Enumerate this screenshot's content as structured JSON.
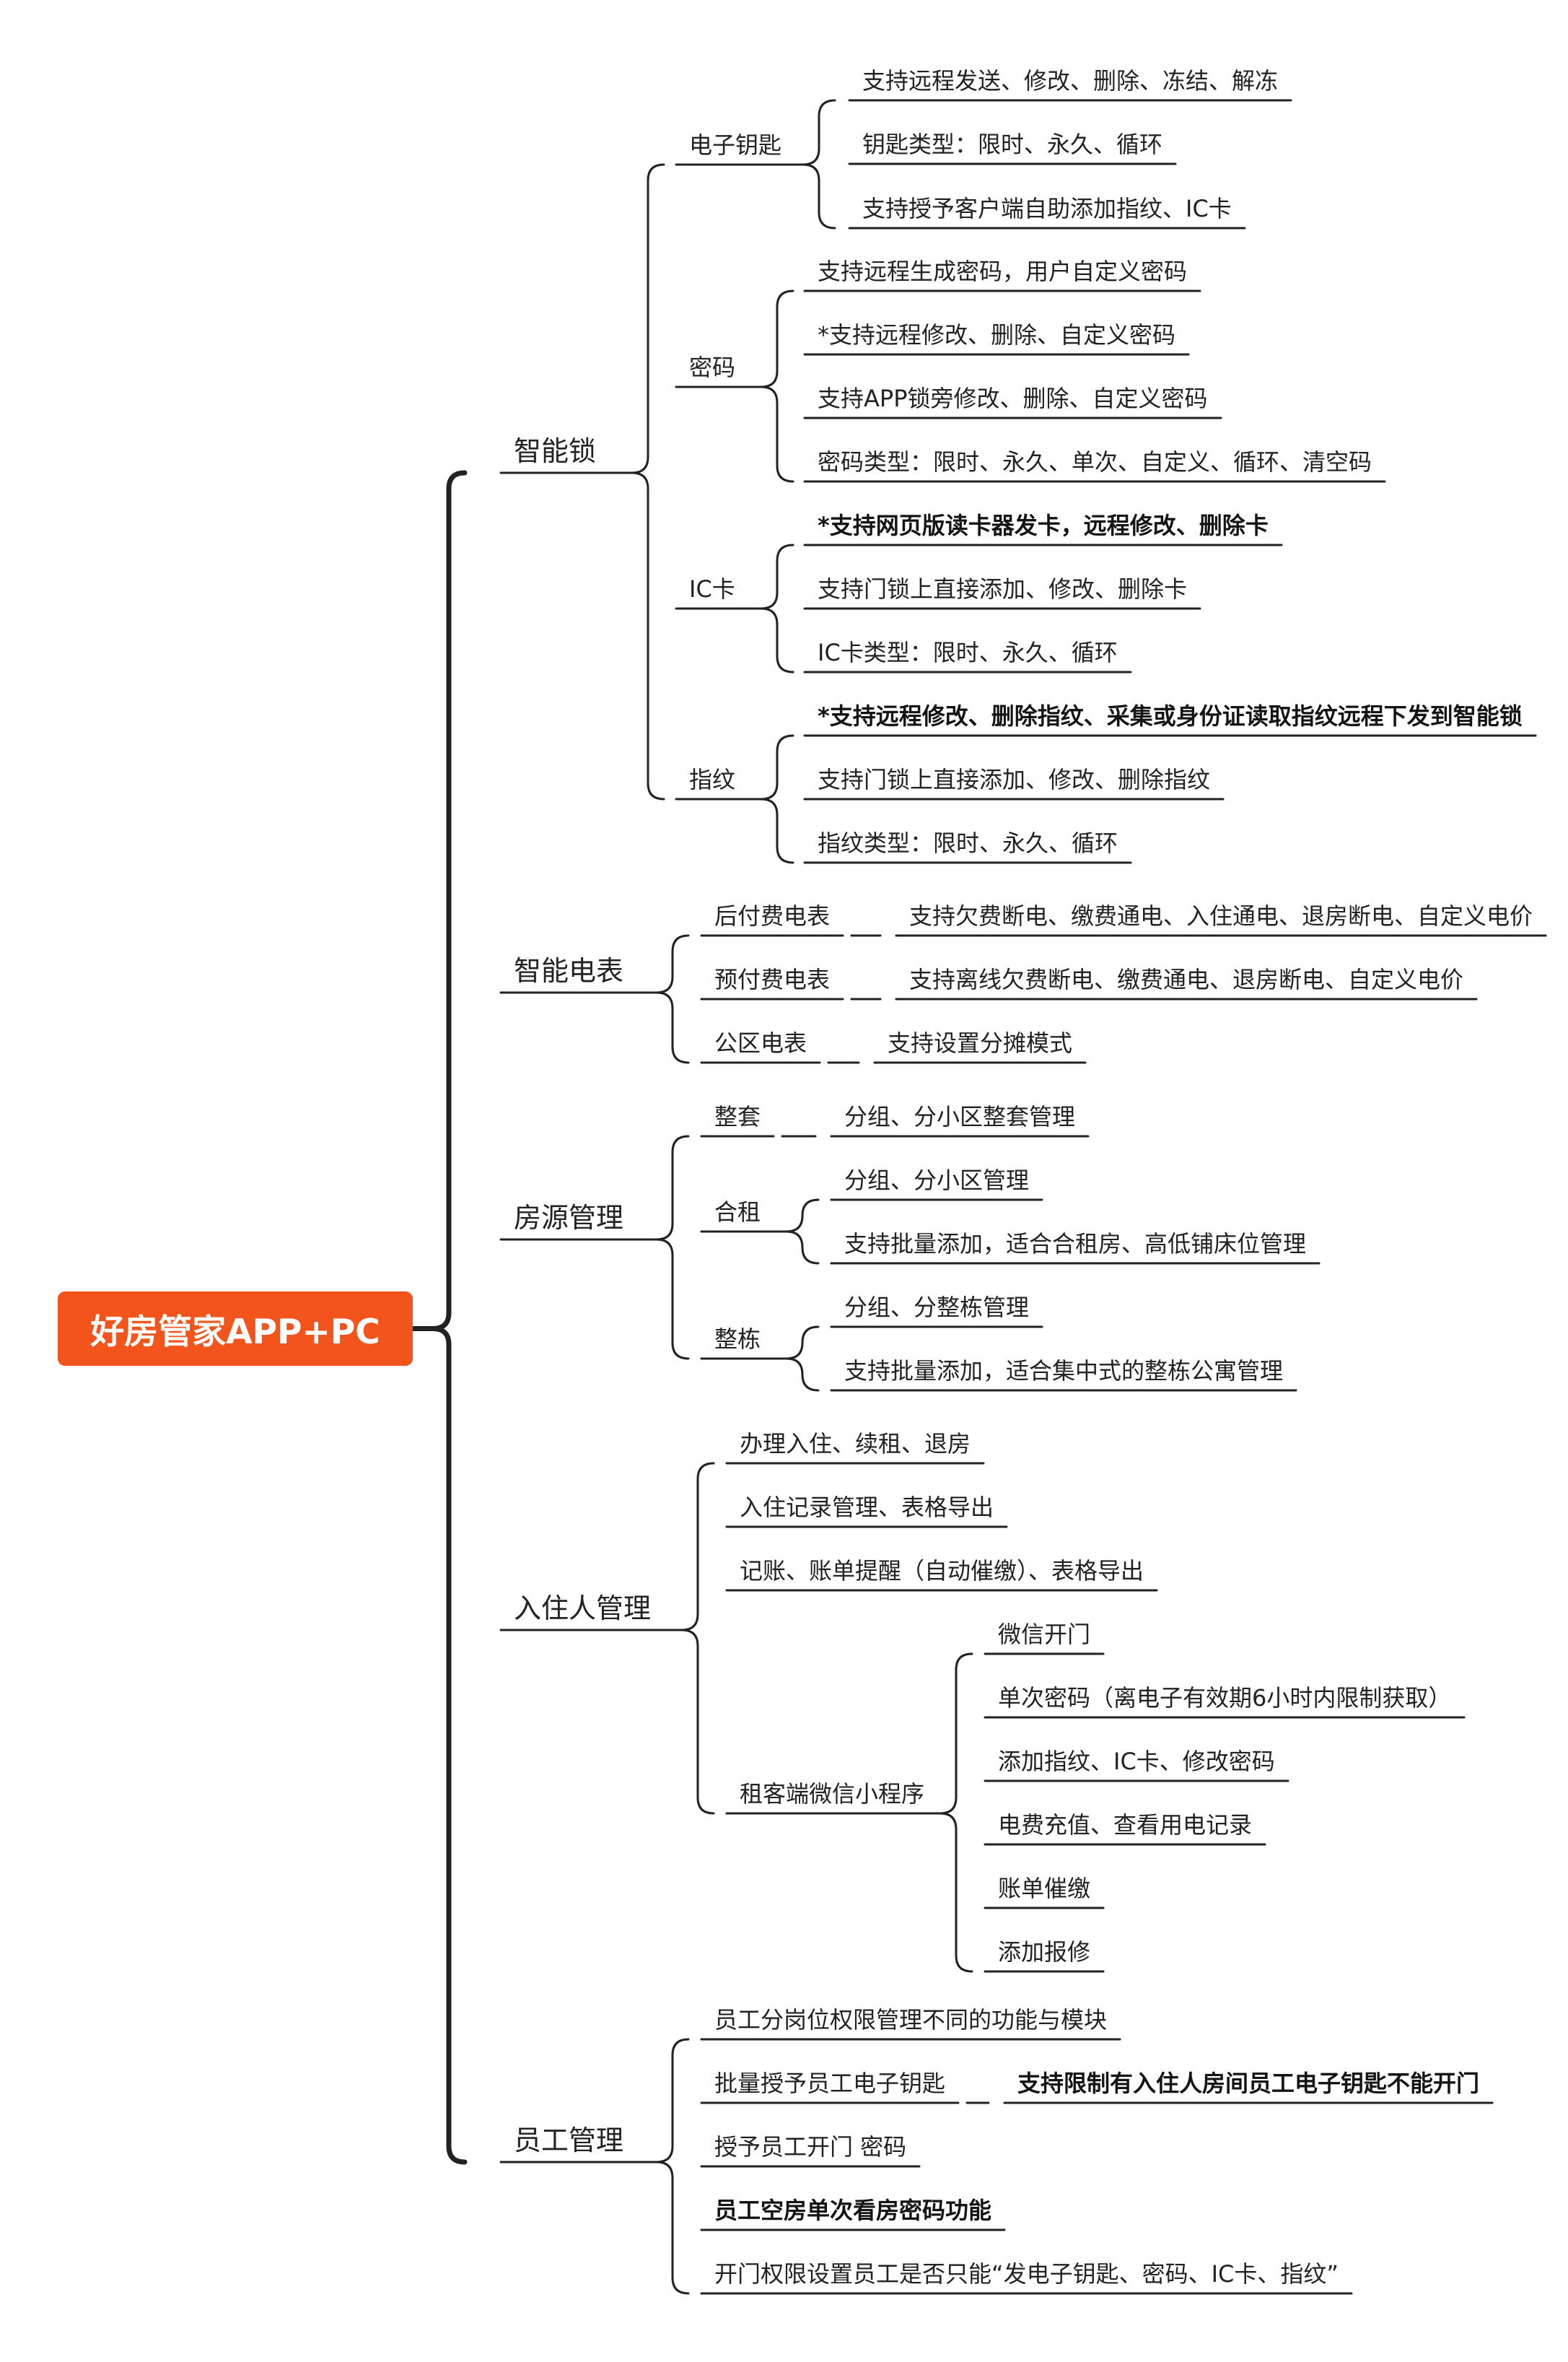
{
  "root": "好房管家APP+PC",
  "l1": {
    "smart_lock": "智能锁",
    "smart_meter": "智能电表",
    "property": "房源管理",
    "tenant": "入住人管理",
    "staff": "员工管理"
  },
  "lock": {
    "ekey": {
      "label": "电子钥匙",
      "items": [
        "支持远程发送、修改、删除、冻结、解冻",
        "钥匙类型：限时、永久、循环",
        "支持授予客户端自助添加指纹、IC卡"
      ]
    },
    "password": {
      "label": "密码",
      "items": [
        "支持远程生成密码，用户自定义密码",
        "*支持远程修改、删除、自定义密码",
        "支持APP锁旁修改、删除、自定义密码",
        "密码类型：限时、永久、单次、自定义、循环、清空码"
      ]
    },
    "iccard": {
      "label": "IC卡",
      "items": [
        "*支持网页版读卡器发卡，远程修改、删除卡",
        "支持门锁上直接添加、修改、删除卡",
        "IC卡类型：限时、永久、循环"
      ]
    },
    "fingerprint": {
      "label": "指纹",
      "items": [
        "*支持远程修改、删除指纹、采集或身份证读取指纹远程下发到智能锁",
        "支持门锁上直接添加、修改、删除指纹",
        "指纹类型：限时、永久、循环"
      ]
    }
  },
  "meter": {
    "postpaid": {
      "label": "后付费电表",
      "detail": "支持欠费断电、缴费通电、入住通电、退房断电、自定义电价"
    },
    "prepaid": {
      "label": "预付费电表",
      "detail": "支持离线欠费断电、缴费通电、退房断电、自定义电价"
    },
    "public": {
      "label": "公区电表",
      "detail": "支持设置分摊模式"
    }
  },
  "property": {
    "whole": {
      "label": "整套",
      "items": [
        "分组、分小区整套管理"
      ]
    },
    "shared": {
      "label": "合租",
      "items": [
        "分组、分小区管理",
        "支持批量添加，适合合租房、高低铺床位管理"
      ]
    },
    "building": {
      "label": "整栋",
      "items": [
        "分组、分整栋管理",
        "支持批量添加，适合集中式的整栋公寓管理"
      ]
    }
  },
  "tenant": {
    "items": [
      "办理入住、续租、退房",
      "入住记录管理、表格导出",
      "记账、账单提醒（自动催缴）、表格导出"
    ],
    "miniapp": {
      "label": "租客端微信小程序",
      "items": [
        "微信开门",
        "单次密码（离电子有效期6小时内限制获取）",
        "添加指纹、IC卡、修改密码",
        "电费充值、查看用电记录",
        "账单催缴",
        "添加报修"
      ]
    }
  },
  "staff": {
    "items": [
      "员工分岗位权限管理不同的功能与模块",
      "批量授予员工电子钥匙",
      "授予员工开门 密码",
      "员工空房单次看房密码功能",
      "开门权限设置员工是否只能“发电子钥匙、密码、IC卡、指纹”"
    ],
    "ekey_note": "支持限制有入住人房间员工电子钥匙不能开门"
  },
  "colors": {
    "root_bg": "#f2541b",
    "line": "#222222"
  }
}
